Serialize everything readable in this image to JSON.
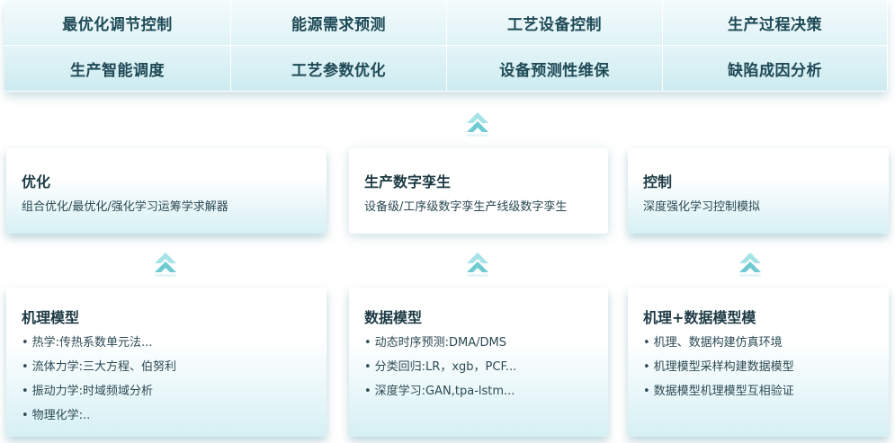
{
  "applications": {
    "row1": [
      "最优化调节控制",
      "能源需求预测",
      "工艺设备控制",
      "生产过程决策"
    ],
    "row2": [
      "生产智能调度",
      "工艺参数优化",
      "设备预测性维保",
      "缺陷成因分析"
    ]
  },
  "middle": [
    {
      "title": "优化",
      "desc": "组合优化/最优化/强化学习运筹学求解器"
    },
    {
      "title": "生产数字孪生",
      "desc": "设备级/工序级数字孪生产线级数字孪生"
    },
    {
      "title": "控制",
      "desc": "深度强化学习控制模拟"
    }
  ],
  "bottom": [
    {
      "title": "机理模型",
      "items": [
        "热学:传热系数单元法...",
        "流体力学:三大方程、伯努利",
        "振动力学:时域频域分析",
        "物理化学:.."
      ]
    },
    {
      "title": "数据模型",
      "items": [
        "动态时序预测:DMA/DMS",
        "分类回归:LR，xgb，PCF...",
        "深度学习:GAN,tpa-lstm..."
      ]
    },
    {
      "title": "机理+数据模型模",
      "items": [
        "机理、数据构建仿真环境",
        "机理模型采样构建数据模型",
        "数据模型机理模型互相验证"
      ]
    }
  ],
  "colors": {
    "accent": "#7fd3d8",
    "accent_dark": "#4fb9c0",
    "text": "#1d3a44"
  },
  "icons": {
    "arrow": "chevron-up-icon"
  }
}
